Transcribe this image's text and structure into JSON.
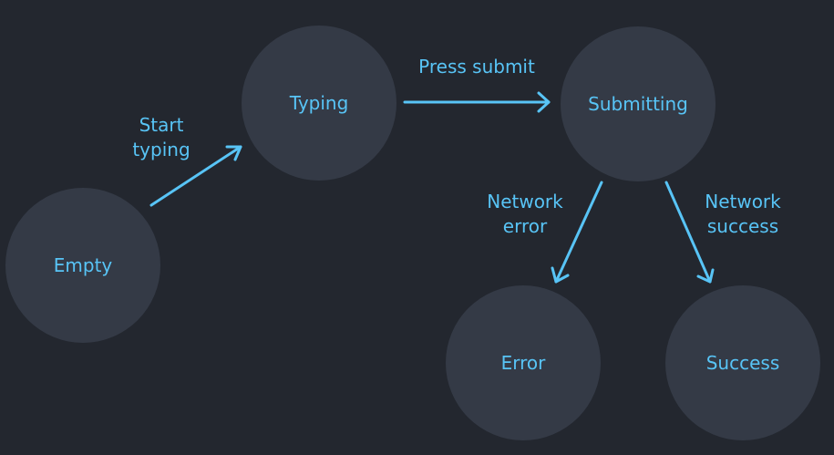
{
  "diagram": {
    "colors": {
      "background": "#23272f",
      "node_fill": "#343a46",
      "accent": "#58c4f6"
    },
    "nodes": {
      "empty": "Empty",
      "typing": "Typing",
      "submitting": "Submitting",
      "error": "Error",
      "success": "Success"
    },
    "edges": {
      "start_typing": [
        "Start",
        "typing"
      ],
      "press_submit": "Press submit",
      "network_error": [
        "Network",
        "error"
      ],
      "network_success": [
        "Network",
        "success"
      ]
    }
  }
}
